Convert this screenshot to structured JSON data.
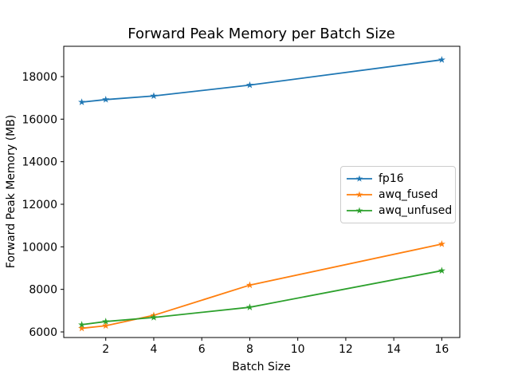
{
  "figure": {
    "background_color": "#ffffff",
    "spine_color": "#000000"
  },
  "chart_data": {
    "type": "line",
    "title": "Forward Peak Memory per Batch Size",
    "xlabel": "Batch Size",
    "ylabel": "Forward Peak Memory (MB)",
    "x": [
      1,
      2,
      4,
      8,
      16
    ],
    "series": [
      {
        "name": "fp16",
        "color": "#1f77b4",
        "values": [
          16800,
          16920,
          17090,
          17600,
          18790
        ]
      },
      {
        "name": "awq_fused",
        "color": "#ff7f0e",
        "values": [
          6170,
          6290,
          6780,
          8200,
          10130
        ]
      },
      {
        "name": "awq_unfused",
        "color": "#2ca02c",
        "values": [
          6340,
          6490,
          6680,
          7160,
          8880
        ]
      }
    ],
    "marker": "star",
    "xticks": [
      2,
      4,
      6,
      8,
      10,
      12,
      14,
      16
    ],
    "yticks": [
      6000,
      8000,
      10000,
      12000,
      14000,
      16000,
      18000
    ],
    "xlim": [
      0.25,
      16.75
    ],
    "ylim": [
      5737,
      19425
    ],
    "grid": false,
    "legend": {
      "position": "center right",
      "entries": [
        "fp16",
        "awq_fused",
        "awq_unfused"
      ]
    }
  }
}
